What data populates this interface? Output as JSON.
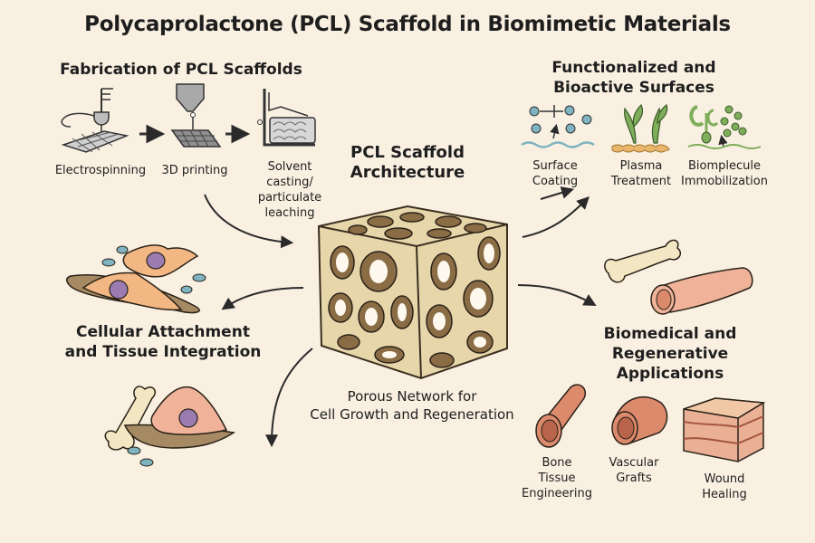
{
  "title": "Polycaprolactone (PCL) Scaffold in Biomimetic Materials",
  "fabrication": {
    "heading": "Fabrication of PCL Scaffolds",
    "methods": [
      {
        "label": "Electrospinning",
        "icon": "electrospinning-icon"
      },
      {
        "label": "3D printing",
        "icon": "3d-printer-icon"
      },
      {
        "label_lines": [
          "Solvent",
          "casting/",
          "particulate",
          "leaching"
        ],
        "icon": "solvent-casting-icon"
      }
    ]
  },
  "center": {
    "heading_lines": [
      "PCL Scaffold",
      "Architecture"
    ],
    "caption_lines": [
      "Porous Network for",
      "Cell Growth and Regeneration"
    ]
  },
  "surfaces": {
    "heading_lines": [
      "Functionalized and",
      "Bioactive Surfaces"
    ],
    "items": [
      {
        "label_lines": [
          "Surface",
          "Coating"
        ],
        "icon": "surface-coating-icon"
      },
      {
        "label_lines": [
          "Plasma",
          "Treatment"
        ],
        "icon": "plasma-treatment-icon"
      },
      {
        "label_lines": [
          "Biomplecule",
          "Immobilization"
        ],
        "icon": "biomolecule-immobilization-icon"
      }
    ]
  },
  "cellular": {
    "heading_lines": [
      "Cellular Attachment",
      "and Tissue Integration"
    ]
  },
  "applications": {
    "heading_lines": [
      "Biomedical and",
      "Regenerative",
      "Applications"
    ],
    "items": [
      {
        "label_lines": [
          "Bone",
          "Tissue",
          "Engineering"
        ],
        "icon": "bone-tube-icon"
      },
      {
        "label_lines": [
          "Vascular",
          "Grafts"
        ],
        "icon": "vascular-graft-icon"
      },
      {
        "label_lines": [
          "Wound",
          "Healing"
        ],
        "icon": "skin-layers-icon"
      }
    ]
  },
  "colors": {
    "background": "#f9f0e2",
    "scaffold": "#e8d6ab",
    "scaffold_dark": "#8a6c45",
    "cell": "#f2b783",
    "nucleus": "#9b7bb0",
    "tissue": "#dc8a6c",
    "bone": "#f3e7c3",
    "green": "#7fae5a",
    "blue": "#7fb3bf"
  }
}
